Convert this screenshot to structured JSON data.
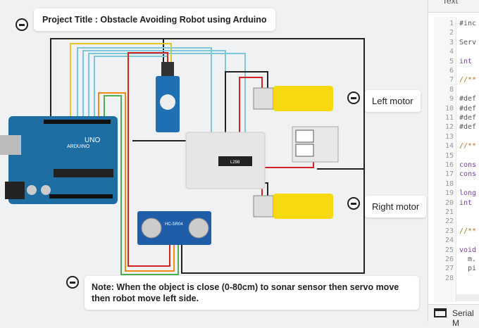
{
  "title_note": "Project Title : Obstacle Avoiding Robot using Arduino",
  "bottom_note": "Note: When the object is close (0-80cm) to sonar sensor then servo move then robot move left side.",
  "labels": {
    "left_motor": "Left motor",
    "right_motor": "Right motor"
  },
  "board": {
    "name": "UNO",
    "brand": "ARDUINO",
    "driver_chip": "L298",
    "sonar": "HC-SR04"
  },
  "code_panel": {
    "tab": "Text",
    "lines": [
      {
        "n": "1",
        "t": "#inc",
        "c": "#555"
      },
      {
        "n": "2",
        "t": "",
        "c": "#555"
      },
      {
        "n": "3",
        "t": "Serv",
        "c": "#555"
      },
      {
        "n": "4",
        "t": "",
        "c": "#555"
      },
      {
        "n": "5",
        "t": "int",
        "c": "#7a3e9d"
      },
      {
        "n": "6",
        "t": "",
        "c": "#555"
      },
      {
        "n": "7",
        "t": "//**",
        "c": "#b07a2a"
      },
      {
        "n": "8",
        "t": "",
        "c": "#555"
      },
      {
        "n": "9",
        "t": "#def",
        "c": "#555"
      },
      {
        "n": "10",
        "t": "#def",
        "c": "#555"
      },
      {
        "n": "11",
        "t": "#def",
        "c": "#555"
      },
      {
        "n": "12",
        "t": "#def",
        "c": "#555"
      },
      {
        "n": "13",
        "t": "",
        "c": "#555"
      },
      {
        "n": "14",
        "t": "//**",
        "c": "#b07a2a"
      },
      {
        "n": "15",
        "t": "",
        "c": "#555"
      },
      {
        "n": "16",
        "t": "cons",
        "c": "#7a3e9d"
      },
      {
        "n": "17",
        "t": "cons",
        "c": "#7a3e9d"
      },
      {
        "n": "18",
        "t": "",
        "c": "#555"
      },
      {
        "n": "19",
        "t": "long",
        "c": "#7a3e9d"
      },
      {
        "n": "20",
        "t": "int",
        "c": "#7a3e9d"
      },
      {
        "n": "21",
        "t": "",
        "c": "#555"
      },
      {
        "n": "22",
        "t": "",
        "c": "#555"
      },
      {
        "n": "23",
        "t": "//**",
        "c": "#b07a2a"
      },
      {
        "n": "24",
        "t": "",
        "c": "#555"
      },
      {
        "n": "25",
        "t": "void",
        "c": "#7a3e9d"
      },
      {
        "n": "26",
        "t": "  m.",
        "c": "#555"
      },
      {
        "n": "27",
        "t": "  pi",
        "c": "#555"
      },
      {
        "n": "28",
        "t": "",
        "c": "#555"
      }
    ],
    "serial_label": "Serial M"
  }
}
